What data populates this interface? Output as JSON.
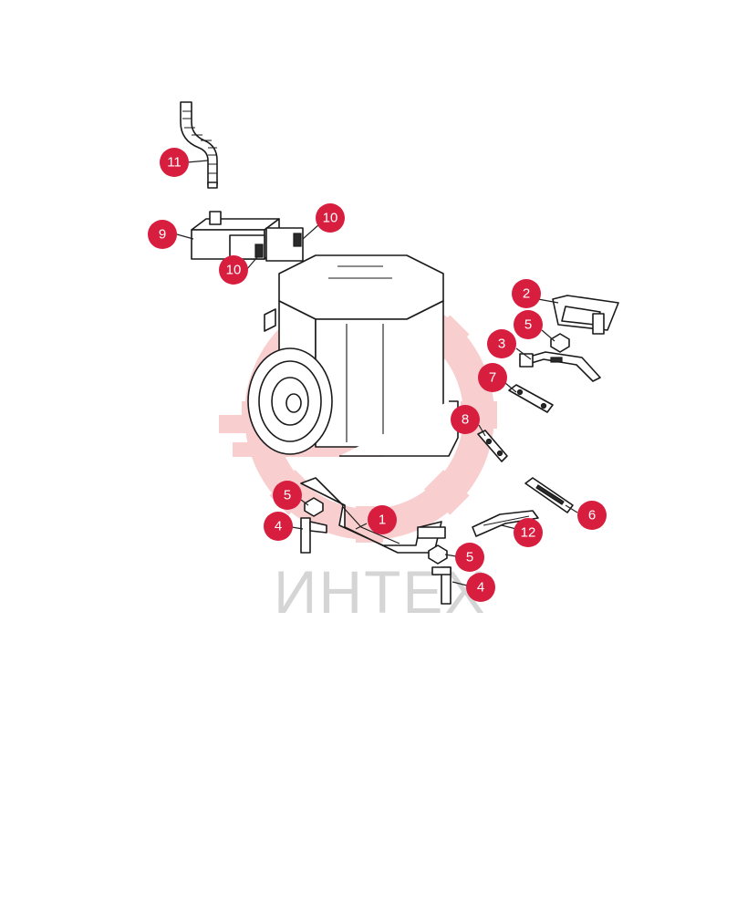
{
  "watermark": {
    "text": "ИНТЕХ",
    "color": "#c8c8c8",
    "gear_color": "#f4a7a7"
  },
  "callout_color": "#d81e3f",
  "callouts": [
    {
      "id": "11",
      "label": "11"
    },
    {
      "id": "9",
      "label": "9"
    },
    {
      "id": "10a",
      "label": "10"
    },
    {
      "id": "10b",
      "label": "10"
    },
    {
      "id": "2",
      "label": "2"
    },
    {
      "id": "5a",
      "label": "5"
    },
    {
      "id": "3",
      "label": "3"
    },
    {
      "id": "7",
      "label": "7"
    },
    {
      "id": "8",
      "label": "8"
    },
    {
      "id": "6",
      "label": "6"
    },
    {
      "id": "12",
      "label": "12"
    },
    {
      "id": "1",
      "label": "1"
    },
    {
      "id": "5b",
      "label": "5"
    },
    {
      "id": "4a",
      "label": "4"
    },
    {
      "id": "5c",
      "label": "5"
    },
    {
      "id": "4b",
      "label": "4"
    }
  ]
}
